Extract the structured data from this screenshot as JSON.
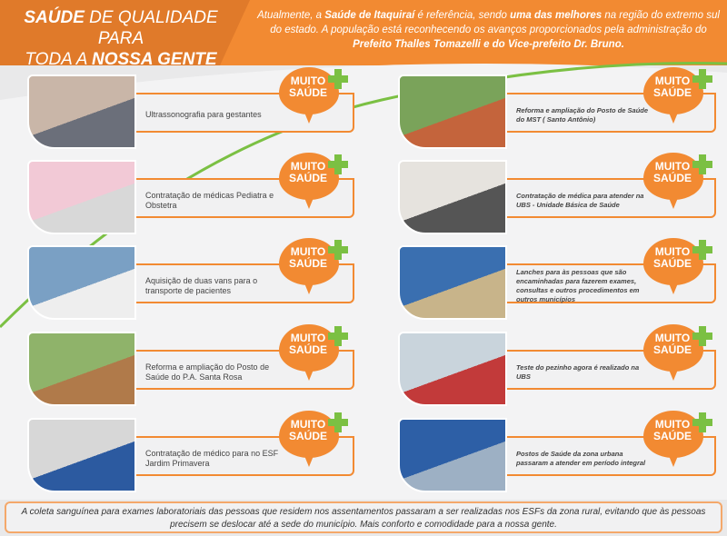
{
  "header": {
    "title_bold_1": "SAÚDE",
    "title_rest_1": " DE QUALIDADE PARA",
    "title_rest_2": "TODA A ",
    "title_bold_2": "NOSSA GENTE",
    "intro": [
      {
        "t": "Atualmente, a ",
        "b": false
      },
      {
        "t": "Saúde de Itaquiraí",
        "b": true
      },
      {
        "t": " é referência, sendo ",
        "b": false
      },
      {
        "t": "uma das melhores",
        "b": true
      },
      {
        "t": " na região do extremo sul do estado.  A população está reconhecendo os avanços proporcionados pela administração do ",
        "b": false
      },
      {
        "t": "Prefeito Thalles Tomazelli e do Vice-prefeito Dr. Bruno.",
        "b": true
      }
    ]
  },
  "badge": {
    "line1": "MUITO",
    "line2": "SAÚDE"
  },
  "items_left": [
    {
      "text": "Ultrassonografia para gestantes"
    },
    {
      "text": "Contratação de médicas Pediatra e Obstetra"
    },
    {
      "text": "Aquisição de duas vans para o transporte de pacientes"
    },
    {
      "text": "Reforma e ampliação do Posto de Saúde do P.A. Santa Rosa"
    },
    {
      "text": "Contratação de médico para no ESF Jardim Primavera"
    }
  ],
  "items_right": [
    {
      "text": "Reforma e ampliação do Posto de Saúde do MST ( Santo Antônio)"
    },
    {
      "text": "Contratação de médica para atender na UBS - Unidade Básica de Saúde"
    },
    {
      "text": "Lanches para às pessoas que são encaminhadas para fazerem exames, consultas e outros procedimentos em outros municípios"
    },
    {
      "text": "Teste do pezinho agora é realizado na UBS"
    },
    {
      "text": "Postos de Saúde da zona urbana passaram a atender em período integral"
    }
  ],
  "footer": "A coleta sanguínea para exames laboratoriais das pessoas que residem nos assentamentos passaram a ser realizadas nos ESFs da zona rural, evitando que às pessoas precisem se deslocar até a sede do município. Mais conforto e comodidade para a nossa gente.",
  "colors": {
    "orange": "#f28a32",
    "green": "#7bc043"
  }
}
